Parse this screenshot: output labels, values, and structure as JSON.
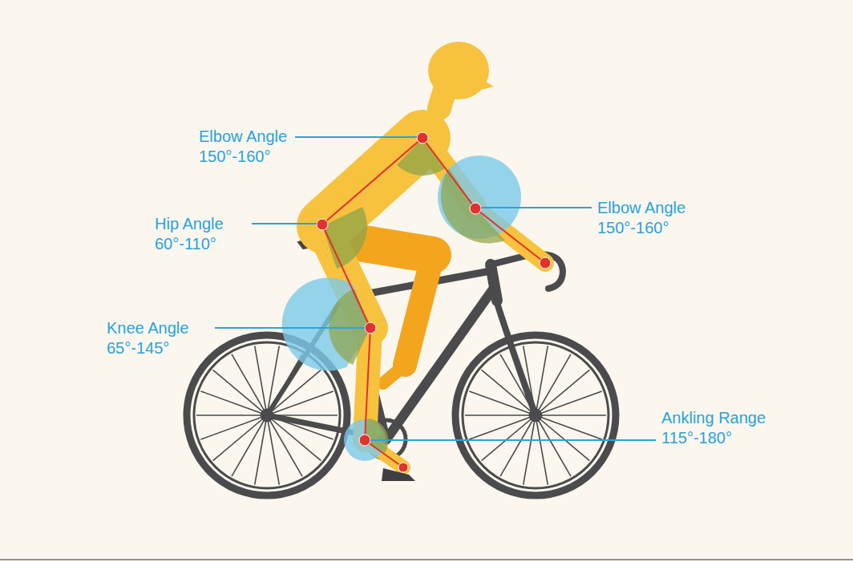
{
  "diagram": {
    "labels": [
      "Elbow Angle",
      "150°-160°",
      "Hip Angle",
      "60°-110°",
      "Knee Angle",
      "65°-145°",
      "Elbow Angle",
      "150°-160°",
      "Ankling Range",
      "115°-180°"
    ]
  }
}
